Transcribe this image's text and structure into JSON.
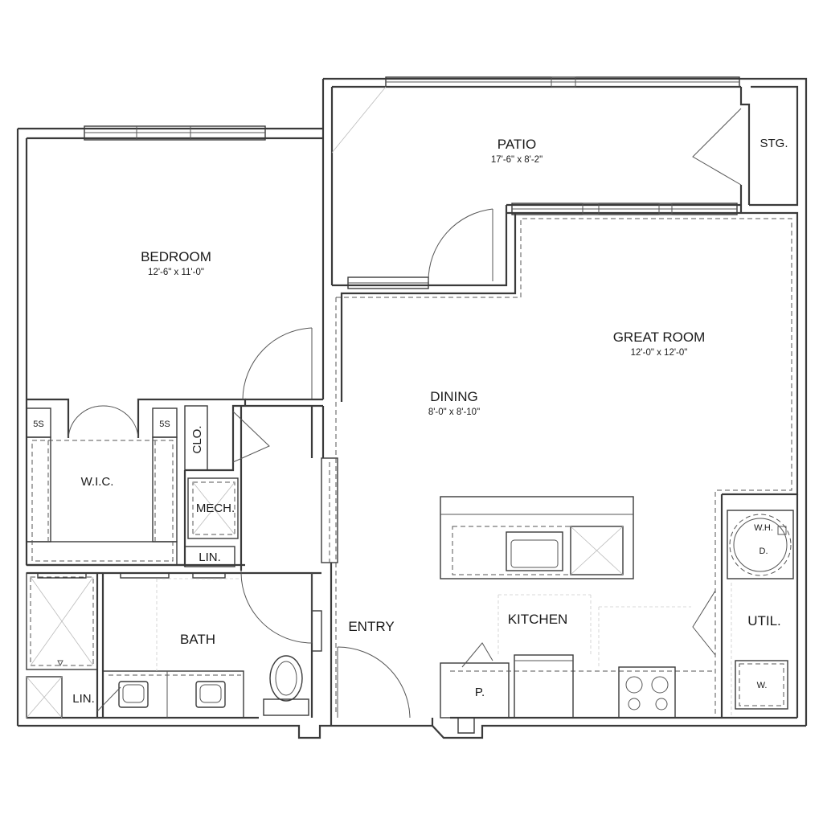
{
  "rooms": {
    "patio": {
      "name": "PATIO",
      "dims": "17'-6\" x 8'-2\""
    },
    "storage": {
      "name": "STG."
    },
    "bedroom": {
      "name": "BEDROOM",
      "dims": "12'-6\" x 11'-0\""
    },
    "great_room": {
      "name": "GREAT ROOM",
      "dims": "12'-0\" x 12'-0\""
    },
    "dining": {
      "name": "DINING",
      "dims": "8'-0\" x 8'-10\""
    },
    "wic": {
      "name": "W.I.C."
    },
    "shelf_left": {
      "name": "5S"
    },
    "shelf_right": {
      "name": "5S"
    },
    "closet": {
      "name": "CLO."
    },
    "mech": {
      "name": "MECH."
    },
    "linen_hall": {
      "name": "LIN."
    },
    "bath": {
      "name": "BATH"
    },
    "linen_bath": {
      "name": "LIN."
    },
    "entry": {
      "name": "ENTRY"
    },
    "kitchen": {
      "name": "KITCHEN"
    },
    "pantry": {
      "name": "P."
    },
    "utility": {
      "name": "UTIL."
    },
    "water_heater": {
      "name": "W.H."
    },
    "dryer": {
      "name": "D."
    },
    "washer": {
      "name": "W."
    }
  }
}
